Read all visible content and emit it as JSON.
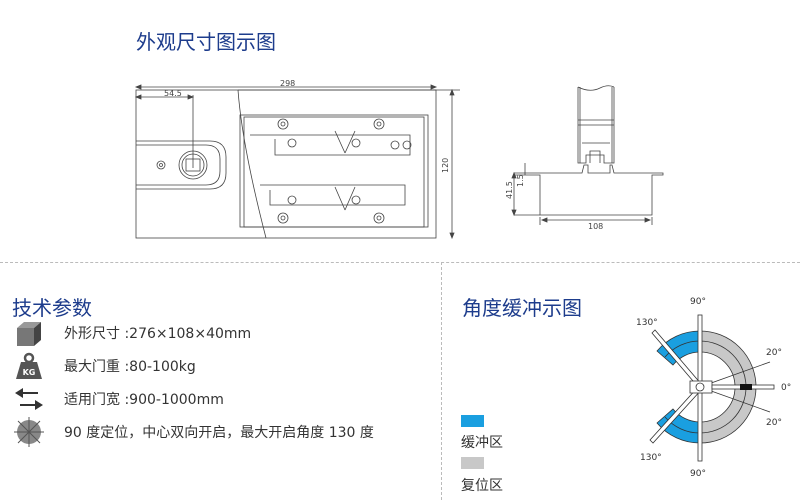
{
  "drawing": {
    "title": "外观尺寸图示图",
    "top_view": {
      "width_label": "298",
      "offset_label": "54.5",
      "height_label": "120"
    },
    "side_view": {
      "height_label": "41.5",
      "flange_label": "1.5",
      "width_label": "108"
    }
  },
  "specs": {
    "title": "技术参数",
    "items": [
      {
        "icon": "cube-icon",
        "text": "外形尺寸 :276×108×40mm"
      },
      {
        "icon": "weight-kg-icon",
        "text": "最大门重 :80-100kg"
      },
      {
        "icon": "double-arrow-icon",
        "text": "适用门宽 :900-1000mm"
      },
      {
        "icon": "wheel-icon",
        "text": "90 度定位，中心双向开启，最大开启角度 130 度"
      }
    ],
    "weight_icon_label": "KG"
  },
  "angle": {
    "title": "角度缓冲示图",
    "labels": {
      "top": "90°",
      "bottom": "90°",
      "upper_left": "130°",
      "lower_left": "130°",
      "upper_right": "20°",
      "lower_right": "20°",
      "right": "0°"
    },
    "legend": [
      {
        "label": "缓冲区",
        "color": "#1a9fe0"
      },
      {
        "label": "复位区",
        "color": "#c8c8c8"
      }
    ]
  }
}
